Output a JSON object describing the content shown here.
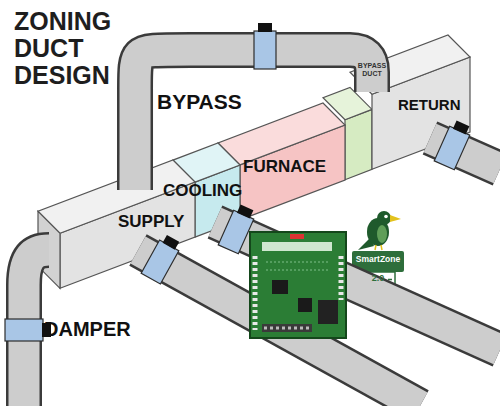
{
  "diagram": {
    "title": "ZONING DUCT DESIGN",
    "nodes": [
      {
        "text": [
          "RETURN"
        ]
      },
      {
        "text": [
          "FURNACE"
        ]
      },
      {
        "text": [
          "COOLING"
        ]
      },
      {
        "text": [
          "SUPPLY"
        ]
      },
      {
        "text": [
          "SmartZone",
          "2.0"
        ]
      }
    ],
    "edges": [
      {
        "from": 3,
        "to": 0,
        "arrow": "none",
        "label": "BYPASS"
      }
    ],
    "labels": [
      "BYPASS DUCT",
      "DAMPER"
    ]
  }
}
